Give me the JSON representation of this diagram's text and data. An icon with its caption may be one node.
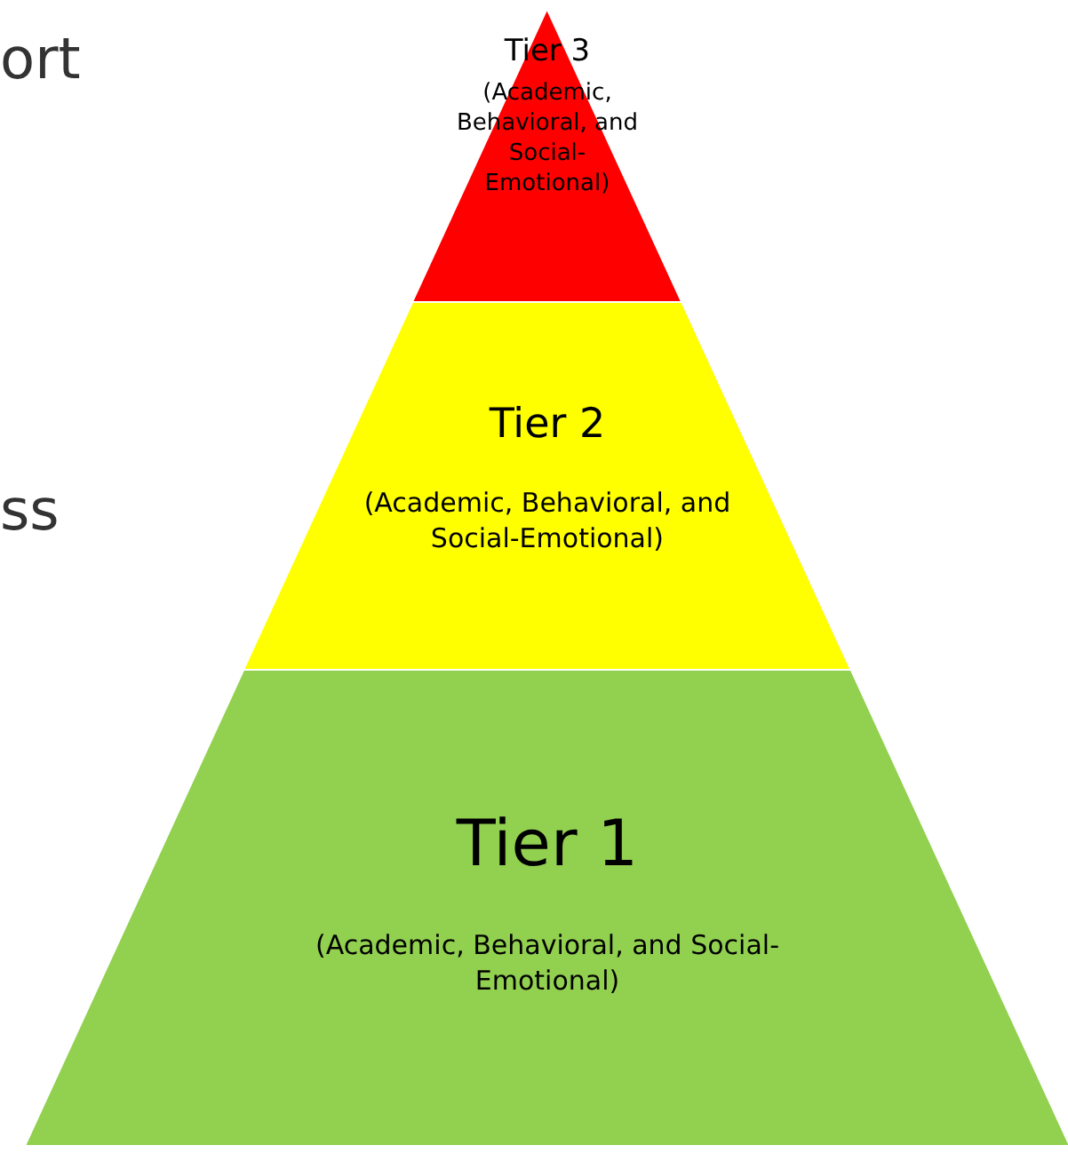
{
  "diagram": {
    "nodes": [
      {
        "text": [
          "Tier 3",
          "(Academic, Behavioral, and Social-Emotional)"
        ]
      },
      {
        "text": [
          "Tier 2",
          "(Academic, Behavioral, and  Social-Emotional)"
        ]
      },
      {
        "text": [
          "Tier 1",
          "(Academic, Behavioral, and  Social-Emotional)"
        ]
      }
    ],
    "labels": [
      "ort",
      "ss"
    ]
  }
}
